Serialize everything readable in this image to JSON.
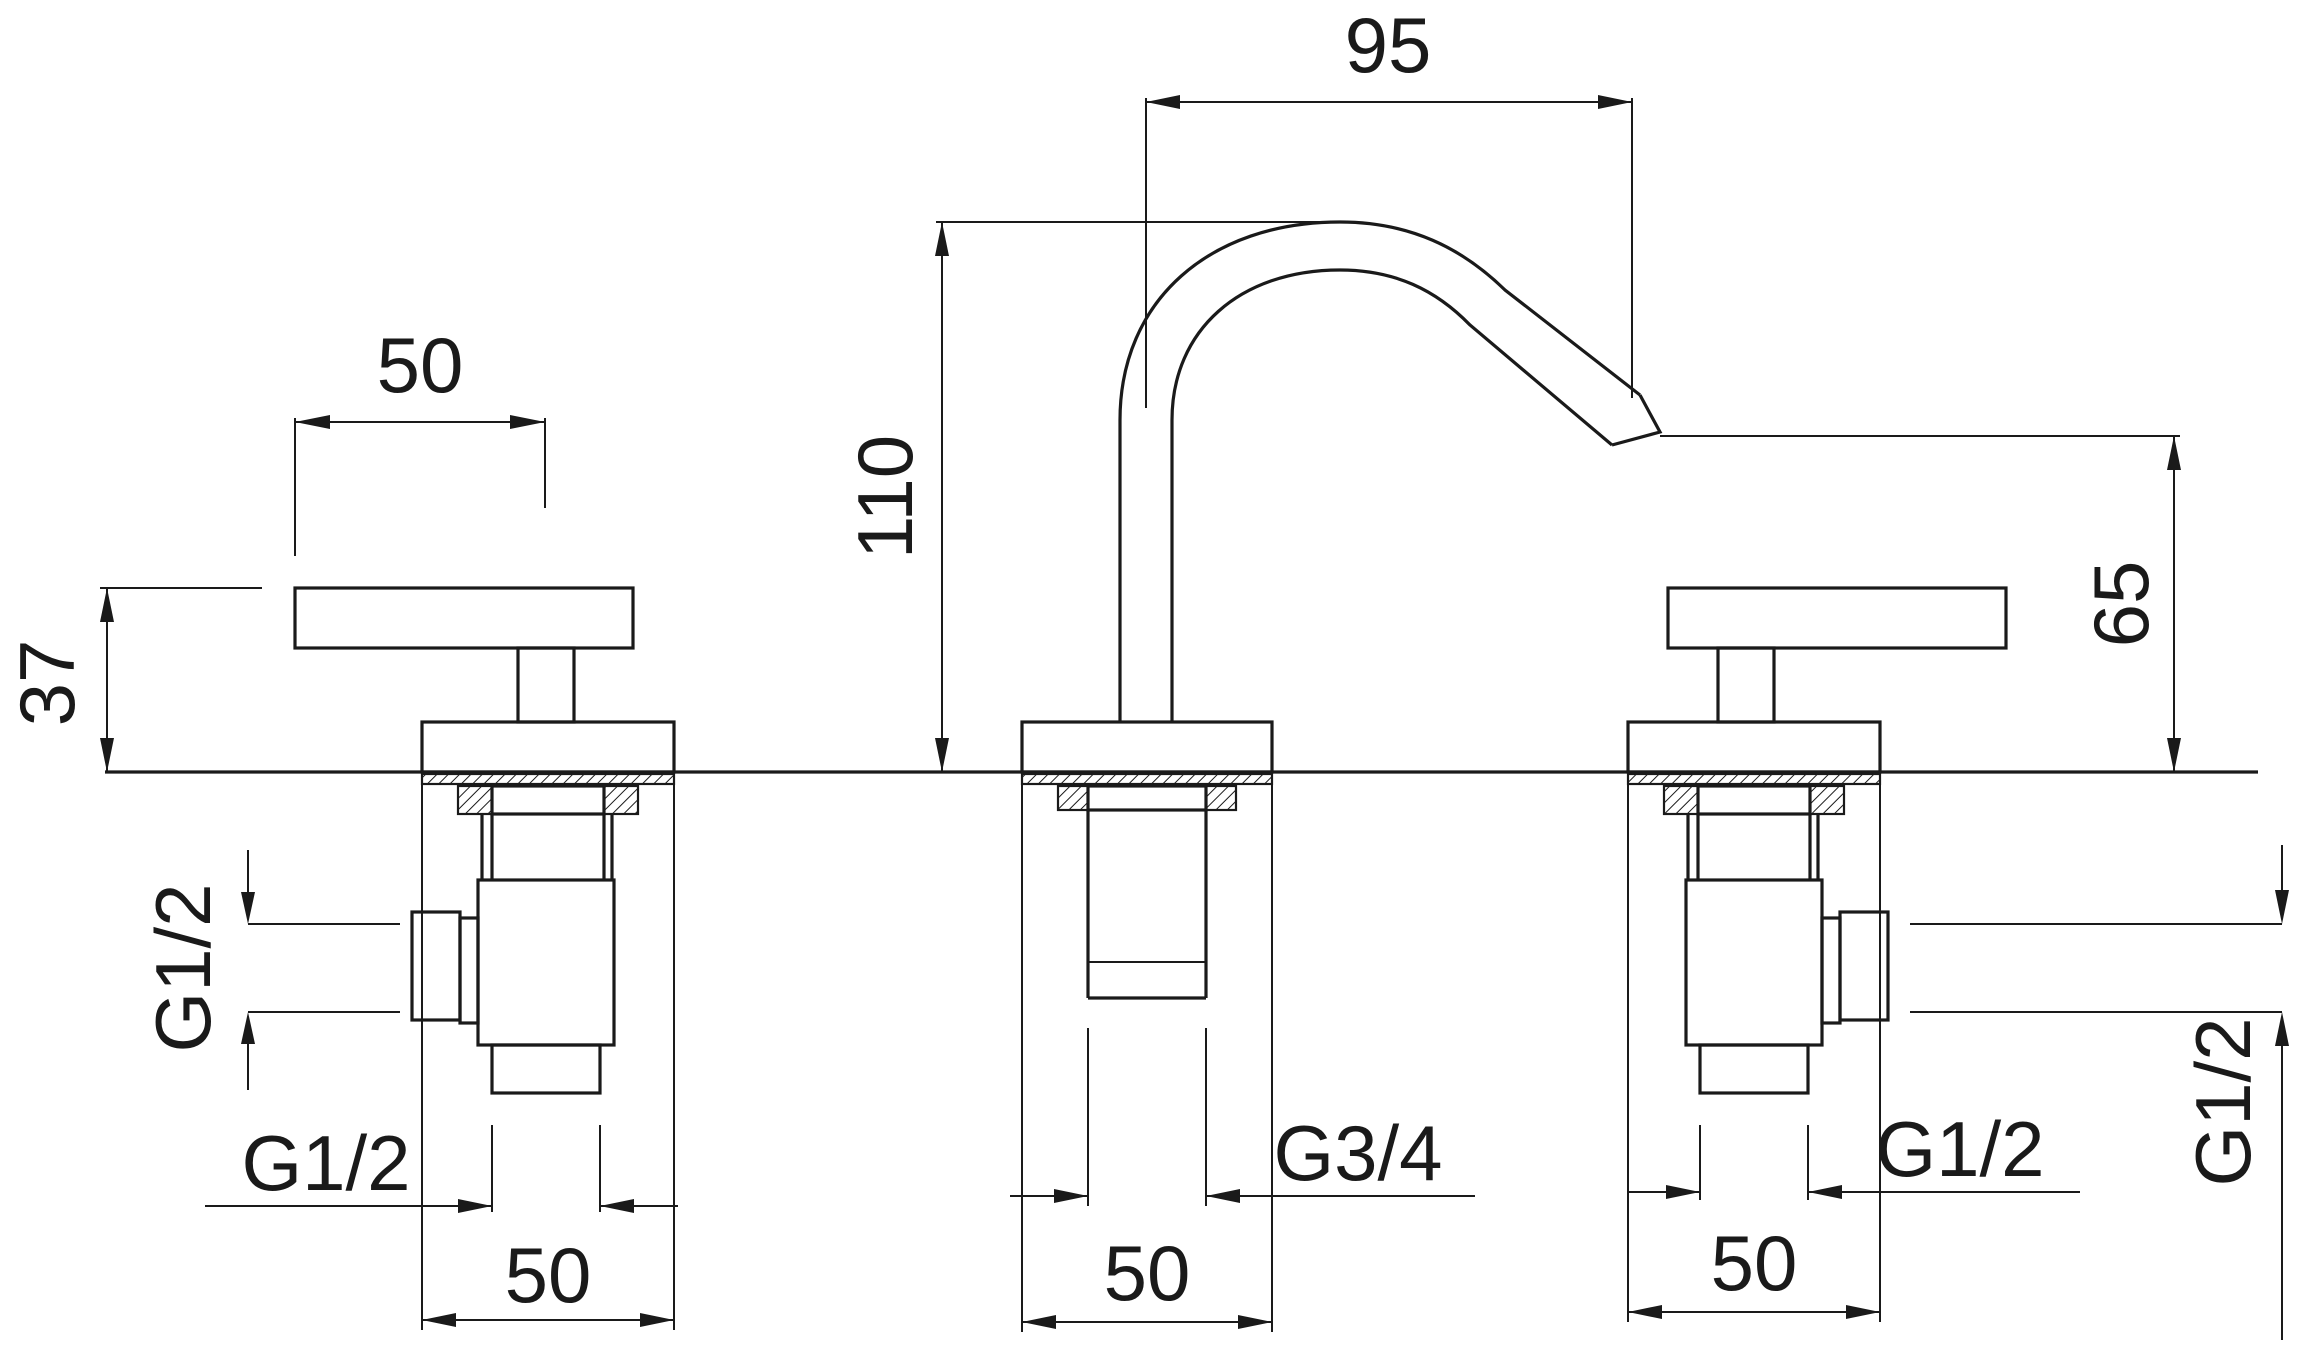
{
  "dimensions": {
    "left_handle_width": "50",
    "left_handle_height": "37",
    "left_inlet_vertical": "G1/2",
    "left_outlet": "G1/2",
    "left_base_width": "50",
    "spout_height": "110",
    "spout_reach": "95",
    "spout_outlet": "G3/4",
    "spout_base_width": "50",
    "right_spout_height": "65",
    "right_outlet": "G1/2",
    "right_inlet_vertical": "G1/2",
    "right_base_width": "50"
  },
  "colors": {
    "line": "#1a1a1a",
    "background": "#ffffff"
  }
}
